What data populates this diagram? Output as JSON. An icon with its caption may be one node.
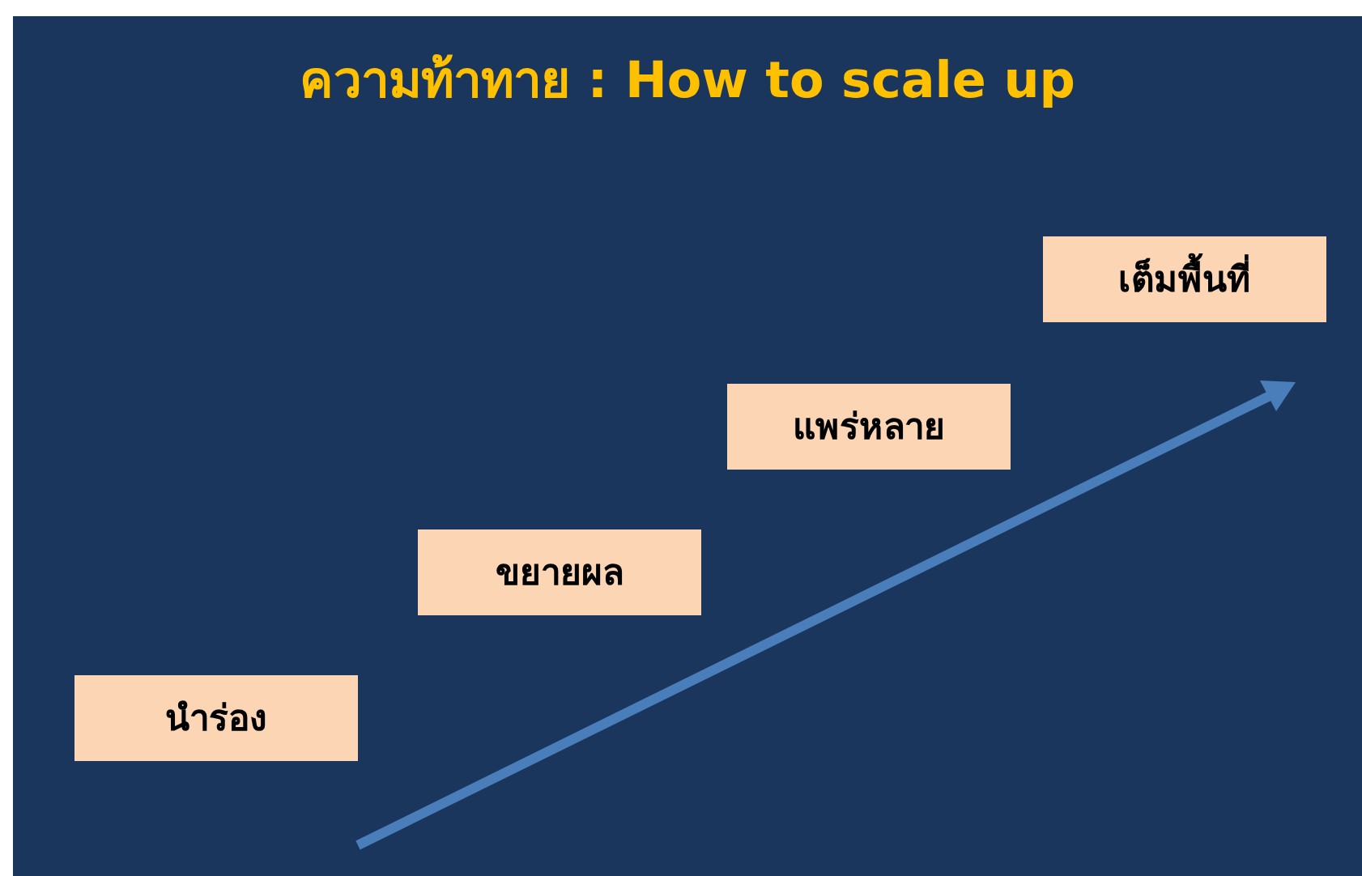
{
  "diagram": {
    "title": "ความท้าทาย : How to scale up",
    "nodes": [
      {
        "text": [
          "นำร่อง"
        ]
      },
      {
        "text": [
          "ขยายผล"
        ]
      },
      {
        "text": [
          "แพร่หลาย"
        ]
      },
      {
        "text": [
          "เต็มพื้นที่"
        ]
      }
    ]
  }
}
